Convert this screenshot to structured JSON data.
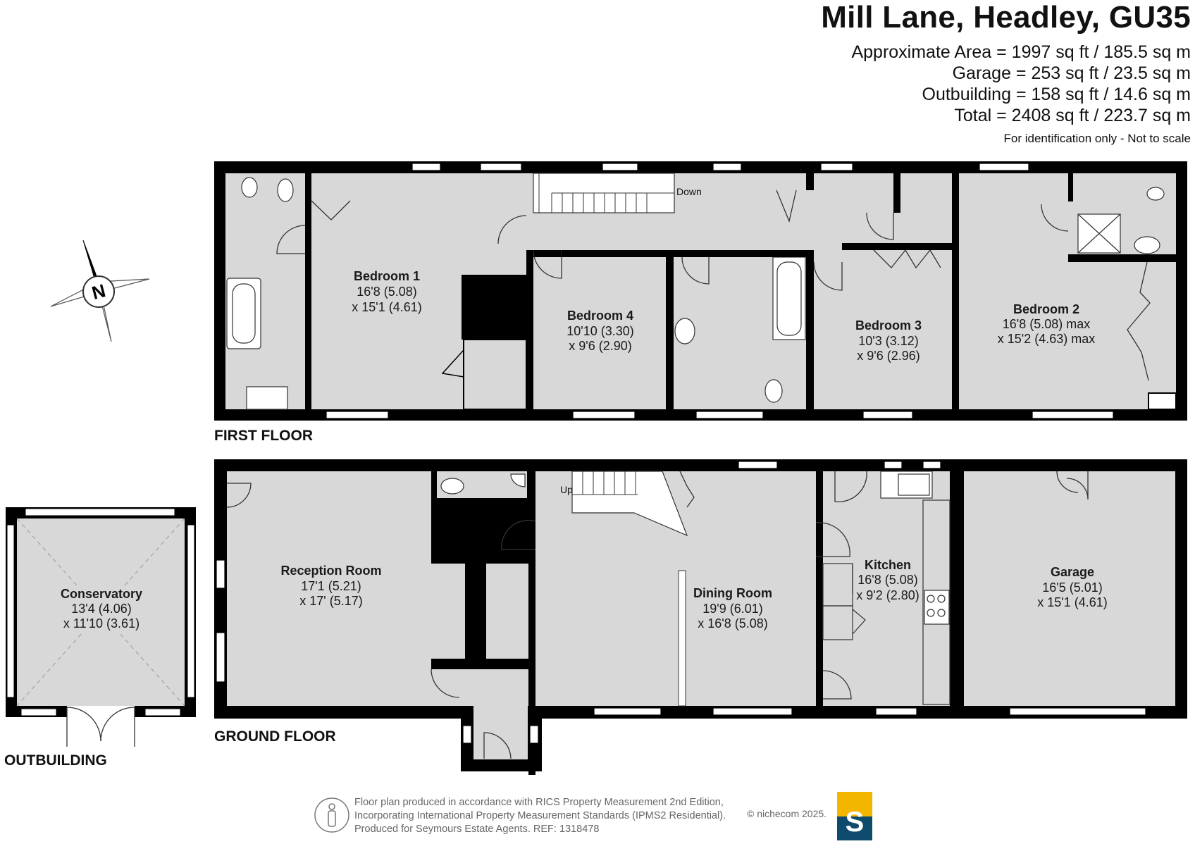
{
  "header": {
    "title": "Mill Lane, Headley, GU35",
    "area_lines": [
      "Approximate Area = 1997 sq ft / 185.5 sq m",
      "Garage = 253 sq ft / 23.5 sq m",
      "Outbuilding = 158 sq ft / 14.6 sq m",
      "Total = 2408 sq ft / 223.7 sq m"
    ],
    "disclaimer": "For identification only - Not to scale"
  },
  "compass": {
    "north_label": "N"
  },
  "floors": {
    "first": "FIRST FLOOR",
    "ground": "GROUND FLOOR",
    "outbuilding": "OUTBUILDING"
  },
  "stairs": {
    "down": "Down",
    "up": "Up"
  },
  "rooms": {
    "bedroom1": {
      "name": "Bedroom 1",
      "dim1": "16'8 (5.08)",
      "dim2": "x 15'1 (4.61)"
    },
    "bedroom4": {
      "name": "Bedroom 4",
      "dim1": "10'10 (3.30)",
      "dim2": "x 9'6 (2.90)"
    },
    "bedroom3": {
      "name": "Bedroom 3",
      "dim1": "10'3 (3.12)",
      "dim2": "x 9'6 (2.96)"
    },
    "bedroom2": {
      "name": "Bedroom 2",
      "dim1": "16'8 (5.08) max",
      "dim2": "x 15'2 (4.63) max"
    },
    "conservatory": {
      "name": "Conservatory",
      "dim1": "13'4 (4.06)",
      "dim2": "x 11'10 (3.61)"
    },
    "reception": {
      "name": "Reception Room",
      "dim1": "17'1 (5.21)",
      "dim2": "x 17' (5.17)"
    },
    "dining": {
      "name": "Dining Room",
      "dim1": "19'9 (6.01)",
      "dim2": "x 16'8 (5.08)"
    },
    "kitchen": {
      "name": "Kitchen",
      "dim1": "16'8 (5.08)",
      "dim2": "x 9'2 (2.80)"
    },
    "garage": {
      "name": "Garage",
      "dim1": "16'5 (5.01)",
      "dim2": "x 15'1 (4.61)"
    }
  },
  "footer": {
    "lines": [
      "Floor plan produced in accordance with RICS Property Measurement 2nd Edition,",
      "Incorporating International Property Measurement Standards (IPMS2 Residential).",
      "Produced for Seymours Estate Agents.   REF: 1318478"
    ],
    "copyright": "© nichecom 2025.",
    "logo_letter": "S"
  },
  "colors": {
    "wall": "#000000",
    "floor": "#d8d8d8",
    "logo_top": "#f2b600",
    "logo_bottom": "#0e4a6b"
  }
}
